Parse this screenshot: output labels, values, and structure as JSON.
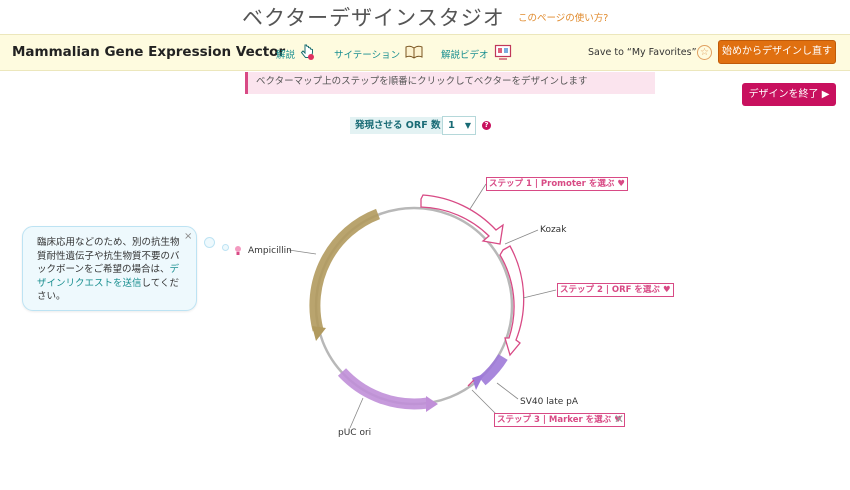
{
  "header": {
    "title": "ベクターデザインスタジオ",
    "help_link": "このページの使い方?"
  },
  "toolbar": {
    "vector_name": "Mammalian Gene Expression Vector",
    "explain_label": "解説",
    "citation_label": "サイテーション",
    "video_label": "解説ビデオ",
    "favorites_label": "Save to “My Favorites”",
    "restart_label": "始めからデザインし直す"
  },
  "instruction": "ベクターマップ上のステップを順番にクリックしてベクターをデザインします",
  "finish_label": "デザインを終了 ▶",
  "orf": {
    "label": "発現させる ORF 数",
    "value": "1",
    "help": "?"
  },
  "bubble": {
    "text_before": "臨床応用などのため、別の抗生物質耐性遺伝子や抗生物質不要のバックボーンをご希望の場合は、",
    "link": "デザインリクエストを送信",
    "text_after": "してください。",
    "close": "×"
  },
  "map": {
    "steps": {
      "promoter": "ステップ 1 | Promoter を選ぶ ♥",
      "orf": "ステップ 2 | ORF を選ぶ ♥",
      "marker": "ステップ 3 | Marker を選ぶ ♥"
    },
    "features": {
      "kozak": "Kozak",
      "sv40": "SV40 late pA",
      "ampicillin": "Ampicillin",
      "puc": "pUC ori"
    },
    "remove": "✕"
  },
  "colors": {
    "accent_pink": "#d84a85",
    "teal": "#1a8f90",
    "ampicillin": "#b19a5e",
    "puc": "#c08fd8",
    "sv40": "#9e7ad8",
    "restart": "#e07010"
  }
}
